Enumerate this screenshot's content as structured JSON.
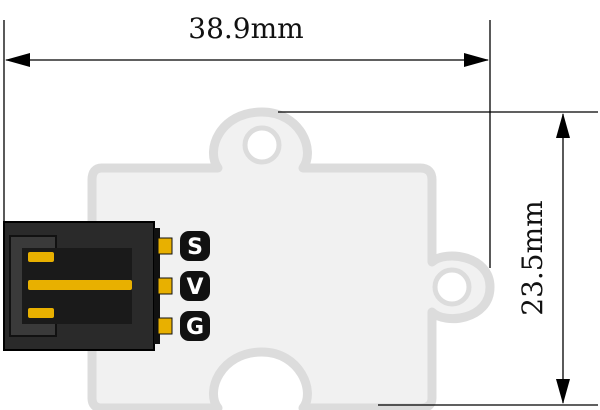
{
  "dimensions": {
    "width_label": "38.9mm",
    "height_label": "23.5mm"
  },
  "pins": [
    {
      "label": "S"
    },
    {
      "label": "V"
    },
    {
      "label": "G"
    }
  ],
  "colors": {
    "board_fill": "#f1f1f1",
    "board_outline": "#dcdcdc",
    "connector_body": "#2a2a2a",
    "pin_gold": "#e8b000",
    "dimension_line": "#000000"
  }
}
